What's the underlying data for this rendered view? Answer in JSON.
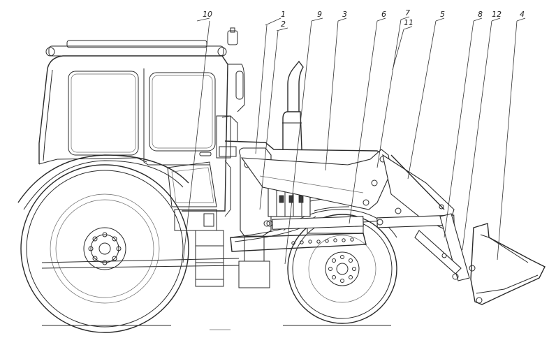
{
  "callouts": [
    {
      "id": "c10",
      "label": "10"
    },
    {
      "id": "c1",
      "label": "1"
    },
    {
      "id": "c2",
      "label": "2"
    },
    {
      "id": "c9",
      "label": "9"
    },
    {
      "id": "c3",
      "label": "3"
    },
    {
      "id": "c6",
      "label": "6"
    },
    {
      "id": "c7",
      "label": "7"
    },
    {
      "id": "c11",
      "label": "11"
    },
    {
      "id": "c5",
      "label": "5"
    },
    {
      "id": "c8",
      "label": "8"
    },
    {
      "id": "c12",
      "label": "12"
    },
    {
      "id": "c4",
      "label": "4"
    }
  ]
}
